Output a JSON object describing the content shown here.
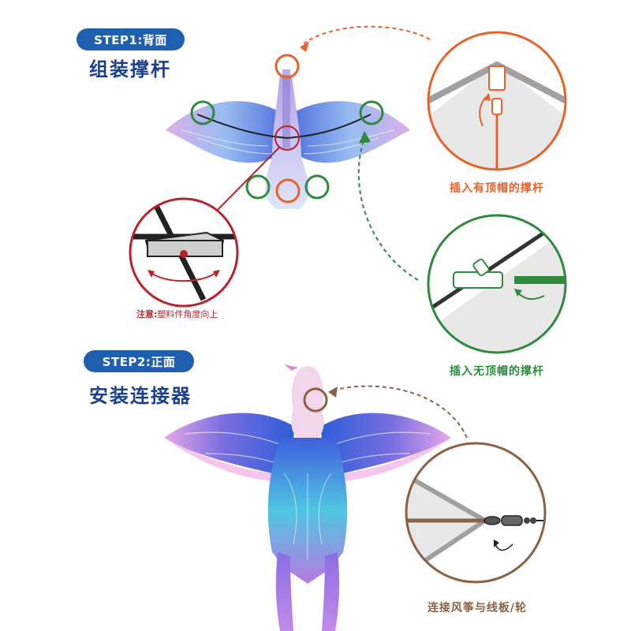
{
  "step1": {
    "label": "STEP1:背面",
    "title": "组装撑杆",
    "note_prefix": "注意:",
    "note_text": "塑料件角度向上"
  },
  "step2": {
    "label": "STEP2:正面",
    "title": "安装连接器"
  },
  "detail_captions": {
    "capped_rod": "插入有顶帽的撑杆",
    "uncapped_rod": "插入无顶帽的撑杆",
    "connect_line": "连接风筝与线板/轮"
  },
  "colors": {
    "step_pill": "#1f5fb0",
    "heading": "#1a3f8f",
    "orange": "#e8622a",
    "green": "#2e8b3e",
    "red": "#b8232c",
    "brown": "#8b6243"
  }
}
